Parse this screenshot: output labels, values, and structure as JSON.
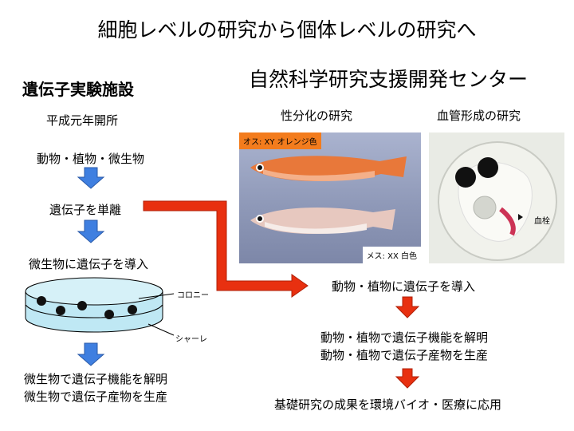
{
  "title": "細胞レベルの研究から個体レベルの研究へ",
  "left": {
    "heading": "遺伝子実験施設",
    "founded": "平成元年開所",
    "steps": [
      "動物・植物・微生物",
      "遺伝子を単離",
      "微生物に遺伝子を導入"
    ],
    "dish_labels": {
      "colony": "コロニー",
      "dish": "シャーレ"
    },
    "results": [
      "微生物で遺伝子機能を解明",
      "微生物で遺伝子産物を生産"
    ]
  },
  "right": {
    "heading": "自然科学研究支援開発センター",
    "sex_study": "性分化の研究",
    "vessel_study": "血管形成の研究",
    "male_label": "オス: XY  オレンジ色",
    "female_label": "メス: XX  白色",
    "blood_label": "血栓",
    "step": "動物・植物に遺伝子を導入",
    "results": [
      "動物・植物で遺伝子機能を解明",
      "動物・植物で遺伝子産物を生産"
    ],
    "final": "基礎研究の成果を環境バイオ・医療に応用"
  },
  "colors": {
    "blue_arrow": "#3f7fe0",
    "red_arrow": "#e83010",
    "dish": "#bfe8f4",
    "photo_bg": "#9aa4c2"
  }
}
